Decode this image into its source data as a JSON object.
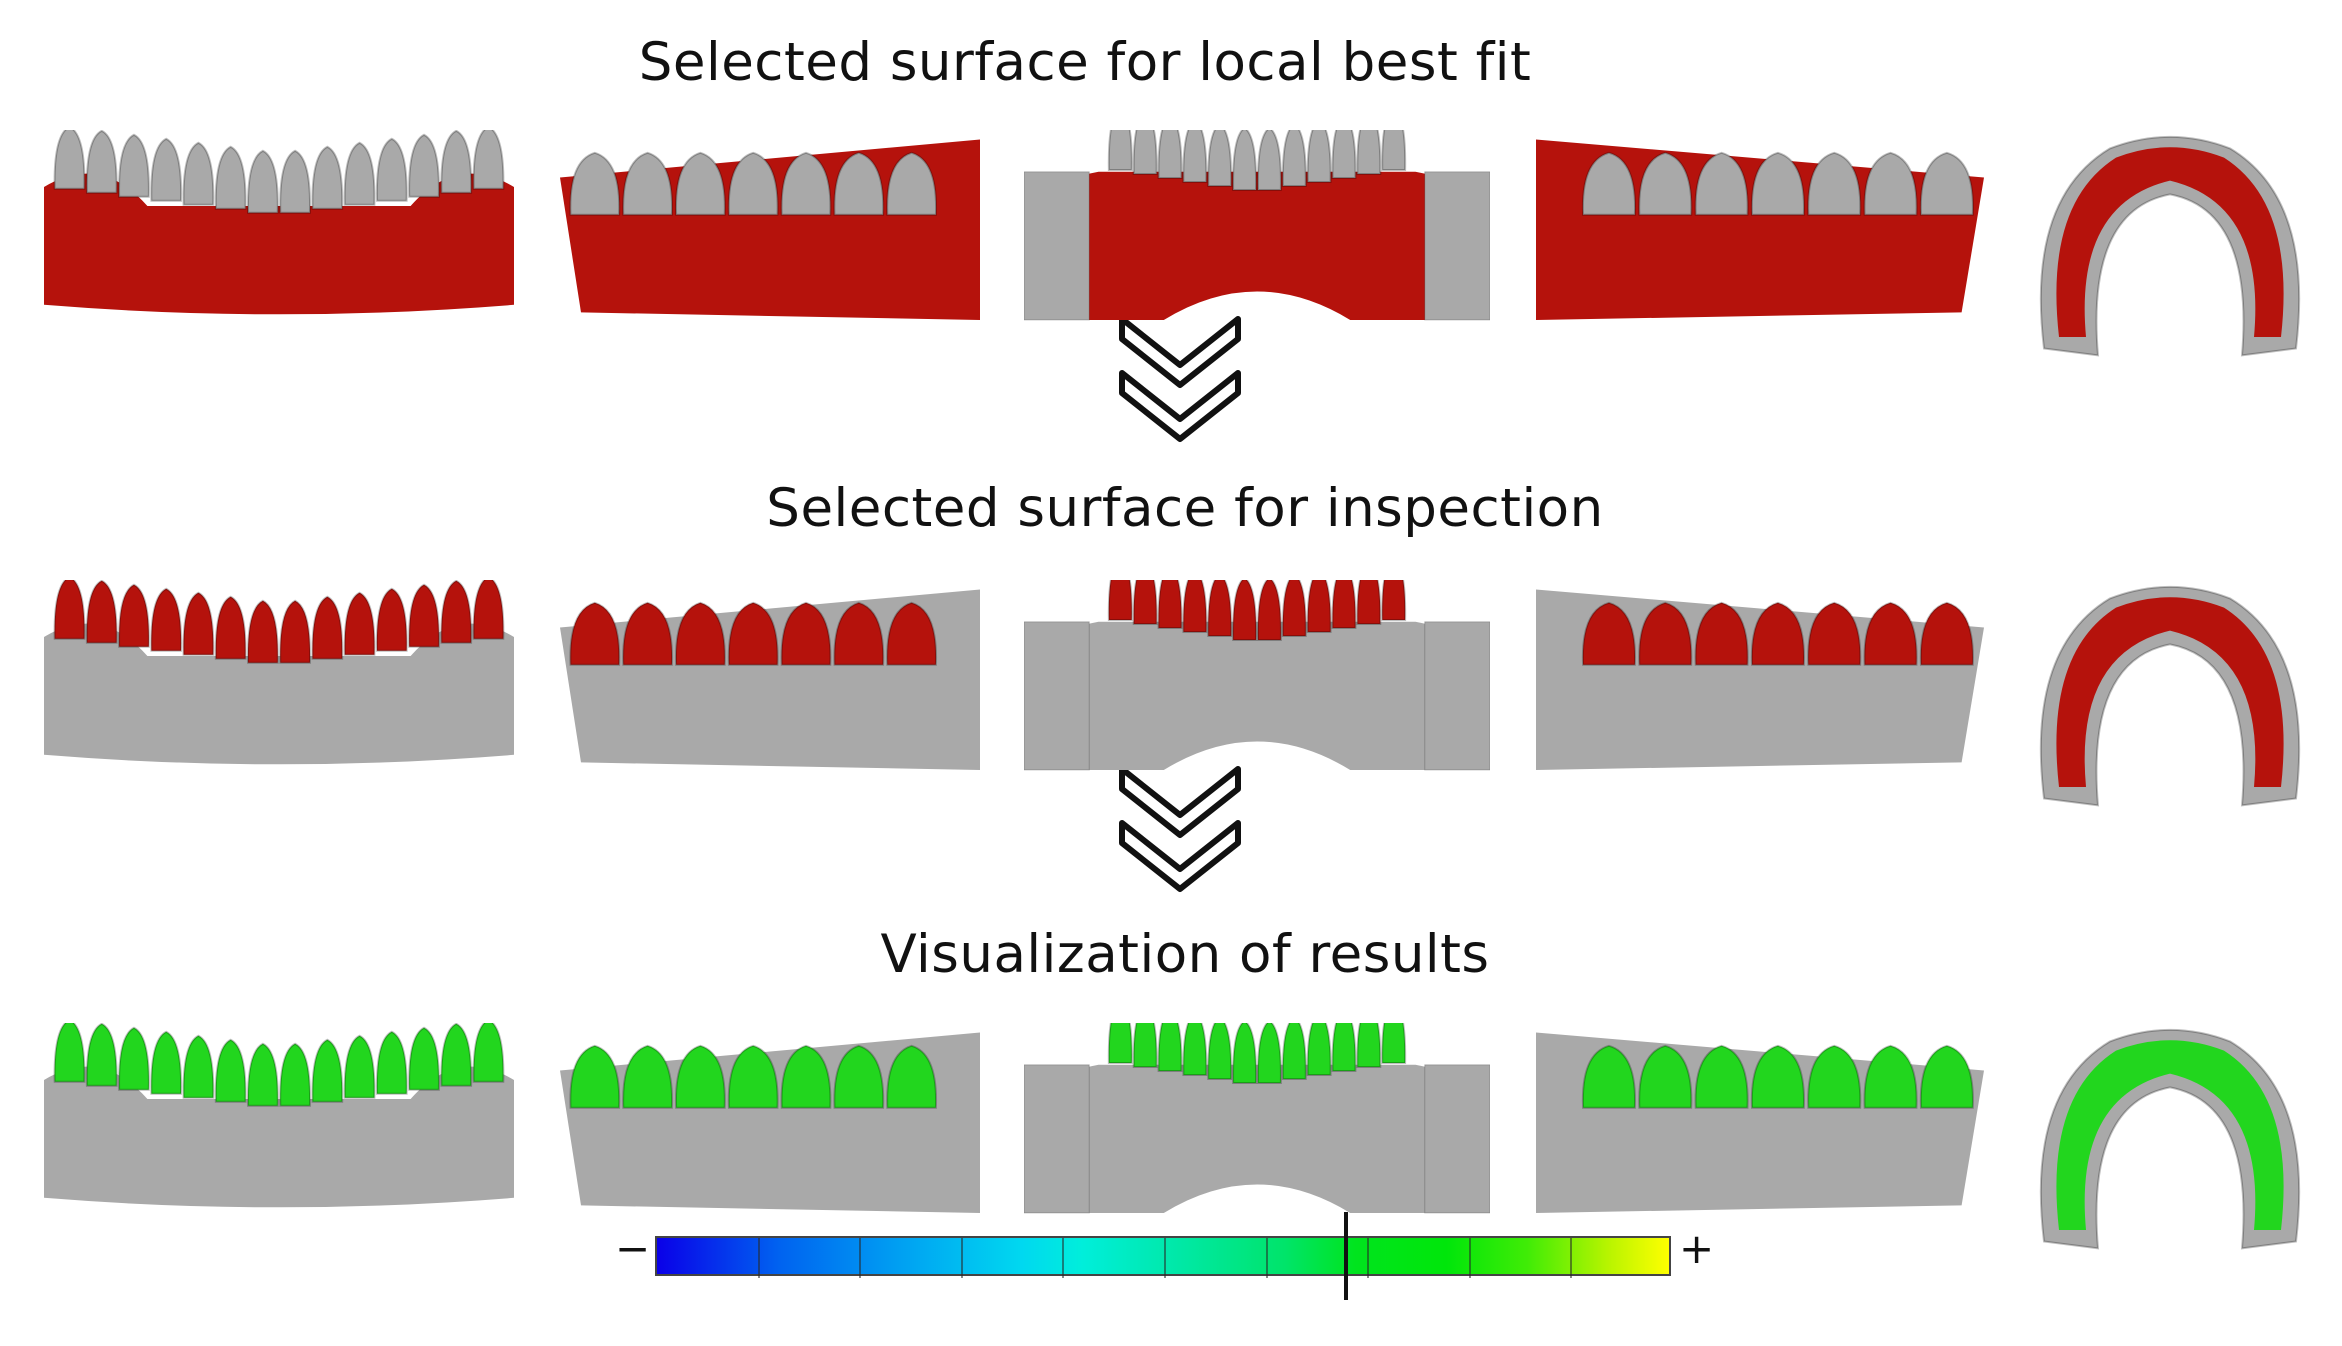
{
  "titles": {
    "step1": "Selected surface for local best fit",
    "step2": "Selected surface for inspection",
    "step3": "Visualization of results"
  },
  "color_scale": {
    "min_label": "−",
    "max_label": "+",
    "segment_count": 10,
    "marker_fraction": 0.68
  },
  "colors": {
    "model_gray": "#a9a9a9",
    "selection_red": "#b5120c",
    "deviation_green": "#22d61e"
  },
  "rows": [
    {
      "name": "best-fit",
      "highlight": "red",
      "region": "base"
    },
    {
      "name": "inspection",
      "highlight": "red",
      "region": "teeth"
    },
    {
      "name": "results",
      "highlight": "green",
      "region": "teeth"
    }
  ],
  "views": [
    "front",
    "right",
    "back",
    "left",
    "occlusal"
  ]
}
